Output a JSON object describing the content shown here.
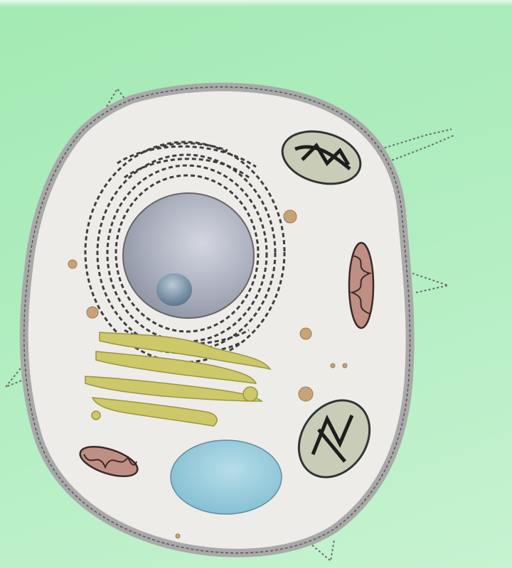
{
  "diagram": {
    "background_color": "#a9ebb9",
    "cell_fill_color": "#eeece8",
    "membrane_color": "#a9a9a9",
    "nucleus_color": "#a9aebd",
    "nucleolus_color": "#6f8aa0",
    "golgi_color": "#cdc96a",
    "vacuole_color": "#8fc6d6",
    "chloroplast_color": "#c9cdb8",
    "mitochondrion_color": "#c08f83",
    "granule_color": "#c7a377",
    "structures": [
      "cell-membrane",
      "cytoplasm",
      "nucleus",
      "nucleolus",
      "endoplasmic-reticulum",
      "golgi-apparatus",
      "vacuole",
      "chloroplast",
      "mitochondrion",
      "granule"
    ]
  }
}
